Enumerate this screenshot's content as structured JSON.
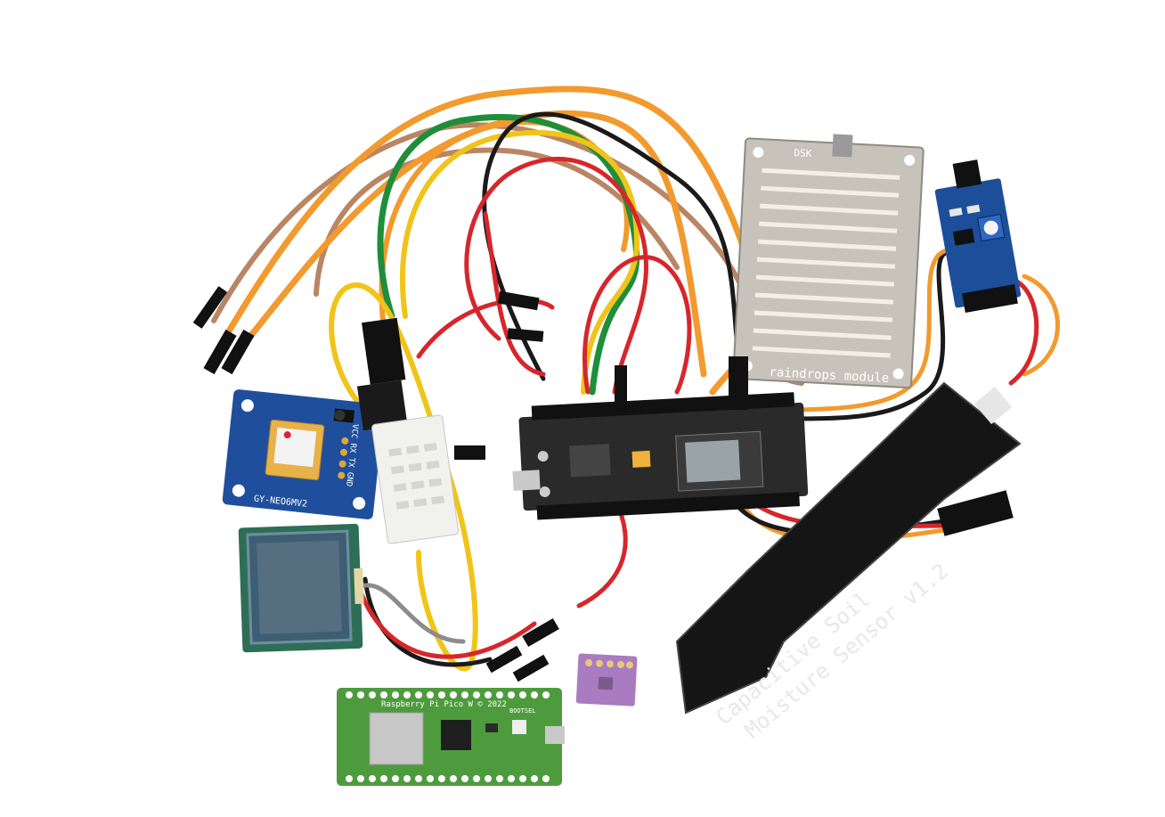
{
  "photo": {
    "background": "#ffffff"
  },
  "gps_module": {
    "board_label": "GY-NEO6MV2",
    "pin_labels": "VCC RX TX GND",
    "board_color": "#1f4f9c"
  },
  "rain_sensor": {
    "top_label": "DSK",
    "bottom_label": "raindrops module",
    "plate_color": "#c8c3ba"
  },
  "soil_sensor": {
    "line1": "Capacitive Soil",
    "line2": "Moisture Sensor v1.2",
    "board_color": "#151515"
  },
  "pico": {
    "label": "Raspberry Pi Pico W © 2022",
    "button_label": "BOOTSEL",
    "board_color": "#4e9b3e"
  },
  "mcu_board": {
    "board_color": "#2a2a2a"
  },
  "ir_module": {
    "board_color": "#1d4e9a"
  },
  "dht_sensor": {
    "body_color": "#f1f1ee"
  },
  "rfid_antenna": {
    "board_color": "#2f6e56"
  },
  "breakout_board": {
    "board_color": "#a97bc0"
  },
  "wire_colors": {
    "orange": "#f29a2e",
    "red": "#d7262b",
    "yellow": "#f0c419",
    "green": "#1f8e3a",
    "black": "#1a1a1a",
    "brown": "#b98563",
    "gray": "#8c8c8c"
  }
}
